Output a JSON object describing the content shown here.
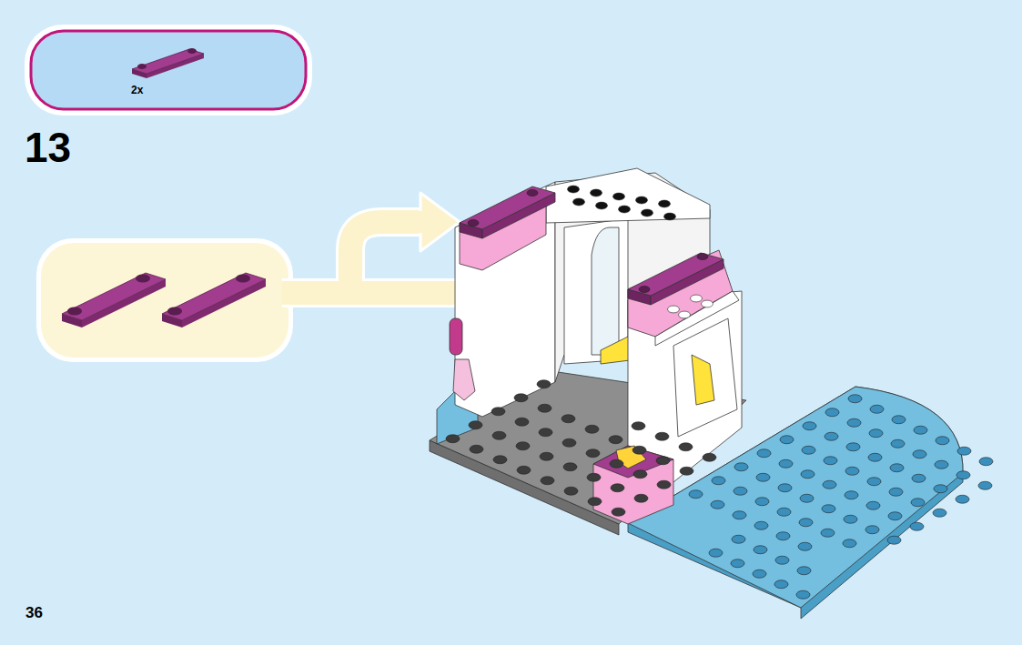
{
  "diagram": {
    "nodes": [
      {
        "text": [
          "2x"
        ]
      }
    ],
    "labels": [
      "13",
      "36"
    ]
  }
}
